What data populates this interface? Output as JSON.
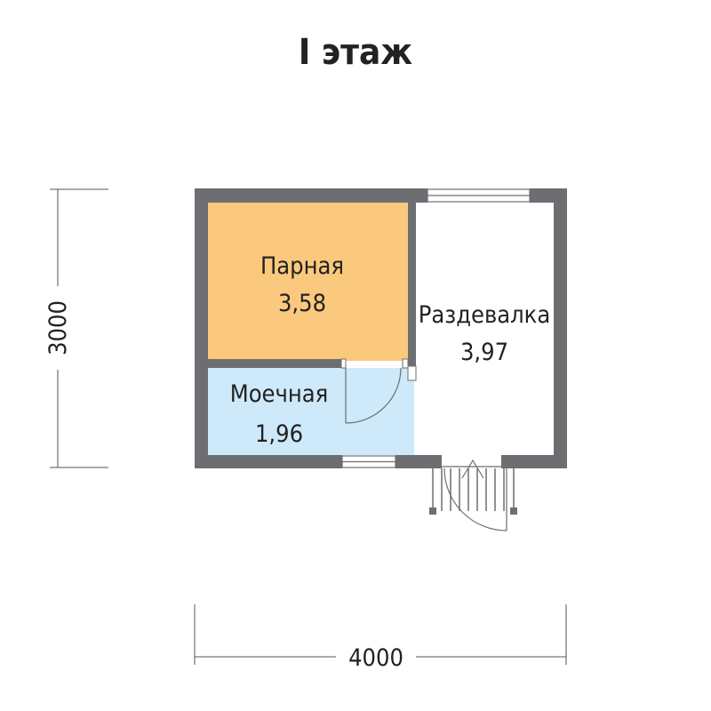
{
  "title": "I этаж",
  "rooms": [
    {
      "id": "parnaya",
      "name": "Парная",
      "area": "3,58",
      "fill": "#fbc97d"
    },
    {
      "id": "moechnaya",
      "name": "Моечная",
      "area": "1,96",
      "fill": "#cde9fa"
    },
    {
      "id": "razdevalka",
      "name": "Раздевалка",
      "area": "3,97",
      "fill": "#ffffff"
    }
  ],
  "dimensions": {
    "width": "4000",
    "height": "3000"
  },
  "colors": {
    "wall": "#6d6e71",
    "parnaya": "#fbc97d",
    "moechnaya": "#cde9fa"
  }
}
